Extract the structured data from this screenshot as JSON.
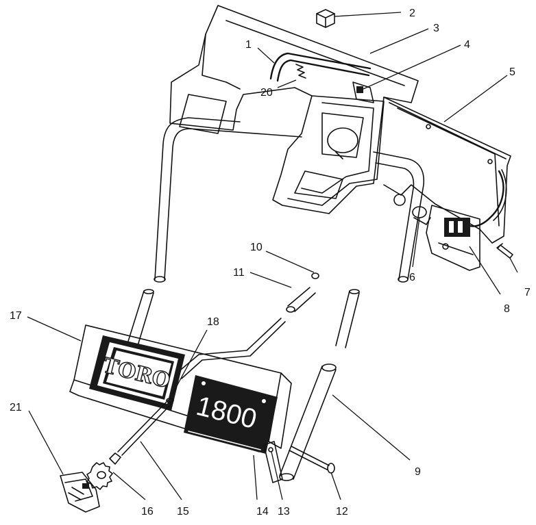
{
  "decal": {
    "brand": "TORO",
    "model": "1800"
  },
  "callouts": [
    {
      "id": "c1",
      "label": "1"
    },
    {
      "id": "c2",
      "label": "2"
    },
    {
      "id": "c3",
      "label": "3"
    },
    {
      "id": "c4",
      "label": "4"
    },
    {
      "id": "c5",
      "label": "5"
    },
    {
      "id": "c6",
      "label": "6"
    },
    {
      "id": "c7",
      "label": "7"
    },
    {
      "id": "c8",
      "label": "8"
    },
    {
      "id": "c9",
      "label": "9"
    },
    {
      "id": "c10",
      "label": "10"
    },
    {
      "id": "c11",
      "label": "11"
    },
    {
      "id": "c12",
      "label": "12"
    },
    {
      "id": "c13",
      "label": "13"
    },
    {
      "id": "c14",
      "label": "14"
    },
    {
      "id": "c15",
      "label": "15"
    },
    {
      "id": "c16",
      "label": "16"
    },
    {
      "id": "c17",
      "label": "17"
    },
    {
      "id": "c18",
      "label": "18"
    },
    {
      "id": "c20",
      "label": "20"
    },
    {
      "id": "c21",
      "label": "21"
    }
  ]
}
